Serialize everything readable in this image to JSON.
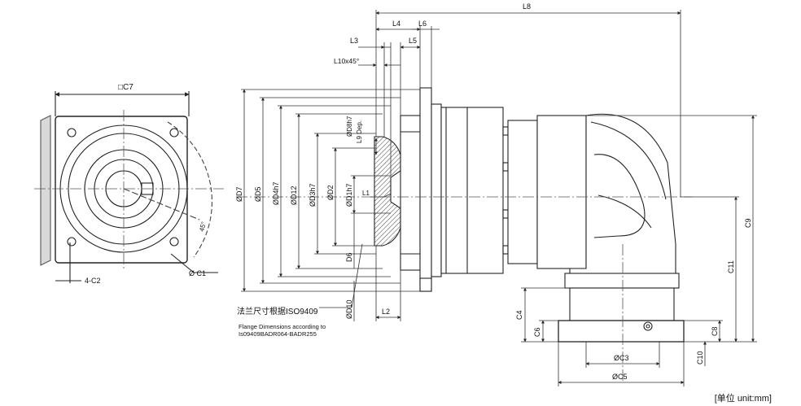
{
  "labels": {
    "c7": "□C7",
    "four_c2": "4-C2",
    "c1": "Ø C1",
    "angle": "45°",
    "d7": "ØD7",
    "d5": "ØD5",
    "d4": "ØD4h7",
    "d12": "ØD12",
    "d3": "ØD3h7",
    "d2": "ØD2",
    "d8": "ØD8h7",
    "l9": "L9 Dep.",
    "d1": "ØD1h7",
    "l1": "L1",
    "d6": "D6",
    "d10": "ØD10",
    "l2": "L2",
    "l3": "L3",
    "l4": "L4",
    "l5": "L5",
    "l6": "L6",
    "l8": "L8",
    "l10": "L10x45°",
    "c4": "C4",
    "c6": "C6",
    "c3": "ØC3",
    "c5": "ØC5",
    "c8": "C8",
    "c9": "C9",
    "c10": "C10",
    "c11": "C11"
  },
  "notes": {
    "flange_cn": "法兰尺寸根据ISO9409",
    "flange_en": "Flange Dimensions according to Is09409BADR064-BADR255",
    "unit": "[单位 unit:mm]"
  },
  "colors": {
    "line": "#222222",
    "hatch": "#444444",
    "dim": "#333333"
  }
}
